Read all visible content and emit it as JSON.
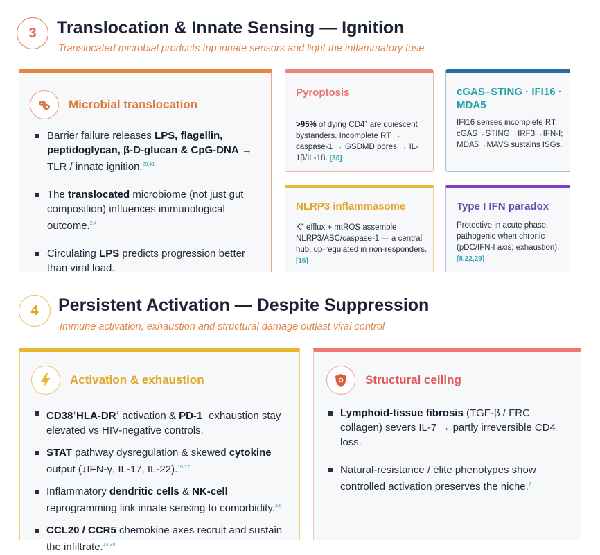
{
  "section3": {
    "number": "3",
    "title": "Translocation & Innate Sensing — Ignition",
    "subtitle": "Translocated microbial products trip innate sensors and light the inflammatory fuse",
    "main_card": {
      "title": "Microbial translocation",
      "icon": "microbe-icon",
      "b1": {
        "t1": "Barrier failure releases ",
        "bold1": "LPS, flagellin, peptidoglycan, β-D-glucan & CpG-DNA",
        "t2": " → TLR / innate ignition.",
        "ref": "29,41"
      },
      "b2": {
        "t1": "The ",
        "bold1": "translocated",
        "t2": " microbiome (not just gut composition) influences immunological outcome.",
        "ref": "2,4"
      },
      "b3": {
        "t1": "Circulating ",
        "bold1": "LPS",
        "t2": " predicts progression better than viral load."
      }
    },
    "pyroptosis": {
      "title": "Pyroptosis",
      "bold": ">95%",
      "t1": " of dying CD4",
      "sup": "+",
      "t2": " are quiescent bystanders. Incomplete RT → caspase-1 → GSDMD pores → IL-1β/IL-18. ",
      "ref": "[30]"
    },
    "cgas": {
      "title": "cGAS–STING · IFI16 · MDA5",
      "text": "IFI16 senses incomplete RT; cGAS→STING→IRF3→IFN-I; MDA5→MAVS sustains ISGs."
    },
    "nlrp3": {
      "title": "NLRP3 inflammasome",
      "t1": "K",
      "sup": "+",
      "t2": " efflux + mtROS assemble NLRP3/ASC/caspase-1 — a central hub, up-regulated in non-responders. ",
      "ref": "[16]"
    },
    "ifn": {
      "title": "Type I IFN paradox",
      "text": "Protective in acute phase, pathogenic when chronic (pDC/IFN-I axis; exhaustion). ",
      "ref": "[8,22,29]"
    }
  },
  "section4": {
    "number": "4",
    "title": "Persistent Activation — Despite Suppression",
    "subtitle": "Immune activation, exhaustion and structural damage outlast viral control",
    "activation": {
      "title": "Activation & exhaustion",
      "icon": "lightning-icon",
      "b1": {
        "bold1": "CD38",
        "sup1": "+",
        "bold2": "HLA-DR",
        "sup2": "+",
        "t1": " activation & ",
        "bold3": "PD-1",
        "sup3": "+",
        "t2": " exhaustion stay elevated vs HIV-negative controls."
      },
      "b2": {
        "bold1": "STAT",
        "t1": " pathway dysregulation & skewed ",
        "bold2": "cytokine",
        "t2": " output (↓IFN-γ, IL-17, IL-22).",
        "ref": "10,17"
      },
      "b3": {
        "t1": "Inflammatory ",
        "bold1": "dendritic cells",
        "t2": " & ",
        "bold2": "NK-cell",
        "t3": " reprogramming link innate sensing to comorbidity.",
        "ref": "3,6"
      },
      "b4": {
        "bold1": "CCL20 / CCR5",
        "t1": " chemokine axes recruit and sustain the infiltrate.",
        "ref": "14,38"
      }
    },
    "structural": {
      "title": "Structural ceiling",
      "icon": "shield-virus-icon",
      "b1": {
        "bold1": "Lymphoid-tissue fibrosis",
        "t1": " (TGF-β / FRC collagen) severs IL-7 → partly irreversible CD4 loss."
      },
      "b2": {
        "t1": "Natural-resistance / élite phenotypes show controlled activation preserves the niche.",
        "ref": "7"
      }
    }
  },
  "colors": {
    "orange": "#e07a3c",
    "salmon": "#ec7a72",
    "blue": "#2d6aa4",
    "gold": "#e9b630",
    "purple": "#7b3fc6",
    "teal": "#23a0a8",
    "red": "#e2585a"
  }
}
